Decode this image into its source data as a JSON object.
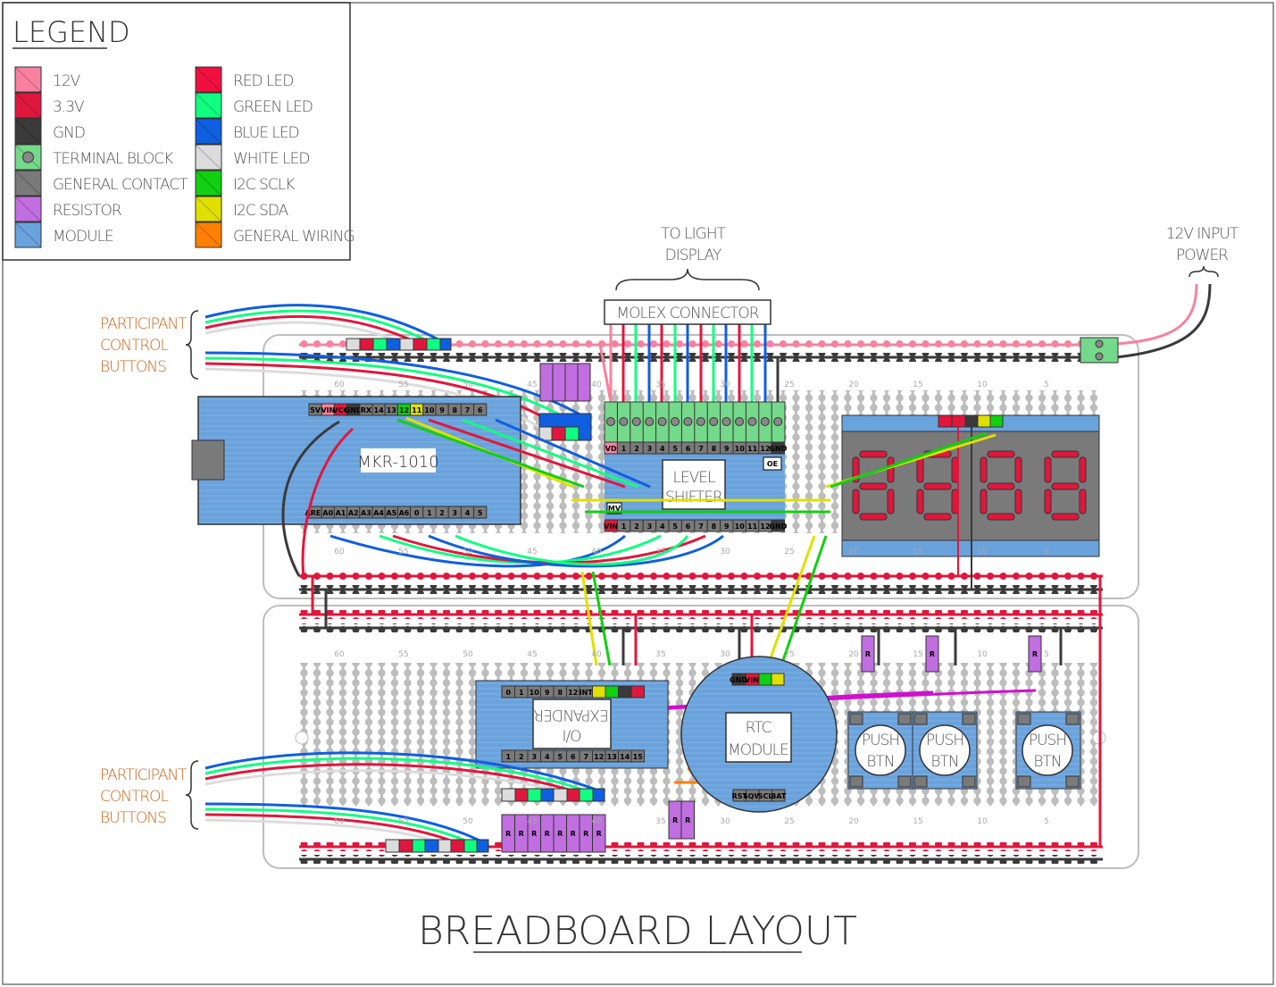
{
  "legend": {
    "title": "LEGEND",
    "left": [
      {
        "label": "12V",
        "color": "#f7819f"
      },
      {
        "label": "3.3V",
        "color": "#e0173d"
      },
      {
        "label": "GND",
        "color": "#3a3a3a"
      },
      {
        "label": "TERMINAL BLOCK",
        "color": "#74d98a"
      },
      {
        "label": "GENERAL CONTACT",
        "color": "#7a7a7a"
      },
      {
        "label": "RESISTOR",
        "color": "#c06ee0"
      },
      {
        "label": "MODULE",
        "color": "#6aa2dc"
      }
    ],
    "right": [
      {
        "label": "RED LED",
        "color": "#f0103f"
      },
      {
        "label": "GREEN LED",
        "color": "#10ff80"
      },
      {
        "label": "BLUE LED",
        "color": "#0f5fe0"
      },
      {
        "label": "WHITE LED",
        "color": "#dcdcdc"
      },
      {
        "label": "I2C SCLK",
        "color": "#10d010"
      },
      {
        "label": "I2C SDA",
        "color": "#e0e000"
      },
      {
        "label": "GENERAL WIRING",
        "color": "#ff8000"
      }
    ]
  },
  "annotations": {
    "to_light_display": [
      "TO LIGHT",
      "DISPLAY"
    ],
    "input_power": [
      "12V INPUT",
      "POWER"
    ],
    "participant_top": [
      "PARTICIPANT",
      "CONTROL",
      "BUTTONS"
    ],
    "participant_bottom": [
      "PARTICIPANT",
      "CONTROL",
      "BUTTONS"
    ]
  },
  "components": {
    "molex": "MOLEX CONNECTOR",
    "mkr": "MKR-1010",
    "mkr_top_pins": [
      "5V",
      "VIN",
      "VCC",
      "GND",
      "RX",
      "14",
      "13",
      "12",
      "11",
      "10",
      "9",
      "8",
      "7",
      "6"
    ],
    "mkr_bottom_pins": [
      "AREF",
      "A0",
      "A1",
      "A2",
      "A3",
      "A4",
      "A5",
      "A6",
      "0",
      "1",
      "2",
      "3",
      "4",
      "5"
    ],
    "level_shifter": [
      "LEVEL",
      "SHIFTER"
    ],
    "ls_top_pins": [
      "VD",
      "1",
      "2",
      "3",
      "4",
      "5",
      "6",
      "7",
      "8",
      "9",
      "10",
      "11",
      "12",
      "GND"
    ],
    "ls_bottom_pins": [
      "VIN",
      "1",
      "2",
      "3",
      "4",
      "5",
      "6",
      "7",
      "8",
      "9",
      "10",
      "11",
      "12",
      "GND"
    ],
    "ls_oe": "OE",
    "ls_mv": "MV",
    "io_expander": [
      "EXPANDER",
      "I/O"
    ],
    "io_top_pins": [
      "0",
      "1",
      "10",
      "9",
      "8",
      "12",
      "INT"
    ],
    "io_bottom_pins": [
      "1",
      "2",
      "3",
      "4",
      "5",
      "6",
      "7",
      "12",
      "13",
      "14",
      "15"
    ],
    "rtc": [
      "RTC",
      "MODULE"
    ],
    "rtc_top_pins": [
      "GND",
      "VIN"
    ],
    "rtc_bottom_pins": [
      "RST",
      "SQW",
      "SCL",
      "BAT"
    ],
    "push_btn": [
      "PUSH",
      "BTN"
    ],
    "resistor_label": "R",
    "row_numbers": [
      "60",
      "55",
      "50",
      "45",
      "40",
      "35",
      "30",
      "25",
      "20",
      "15",
      "10",
      "5"
    ]
  },
  "footer": {
    "title": "BREADBOARD LAYOUT"
  }
}
